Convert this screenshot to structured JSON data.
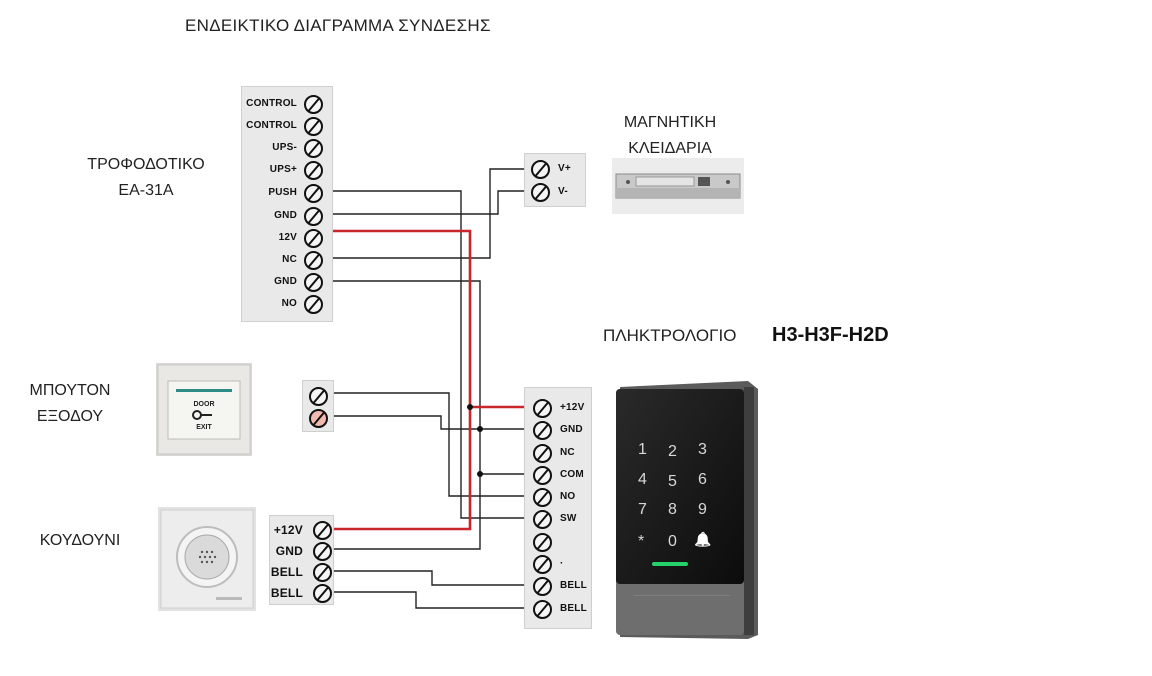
{
  "title": "ΕΝΔΕΙΚΤΙΚΟ ΔΙΑΓΡΑΜΜΑ ΣΥΝΔΕΣΗΣ",
  "psu": {
    "label_line1": "ΤΡΟΦΟΔΟΤΙΚΟ",
    "label_line2": "EA-31A",
    "terminals": [
      "CONTROL",
      "CONTROL",
      "UPS-",
      "UPS+",
      "PUSH",
      "GND",
      "12V",
      "NC",
      "GND",
      "NO"
    ]
  },
  "lock": {
    "label_line1": "ΜΑΓΝΗΤΙΚΗ",
    "label_line2": "ΚΛΕΙΔΑΡΙΑ",
    "terminals": [
      "V+",
      "V-"
    ]
  },
  "exit_button": {
    "label_line1": "ΜΠΟΥΤΟΝ",
    "label_line2": "ΕΞΟΔΟΥ",
    "plate_text_top": "DOOR",
    "plate_text_bottom": "EXIT"
  },
  "doorbell": {
    "label": "ΚΟΥΔΟΥΝΙ",
    "terminals": [
      "+12V",
      "GND",
      "BELL",
      "BELL"
    ]
  },
  "keypad": {
    "label": "ΠΛΗΚΤΡΟΛΟΓΙΟ",
    "model": "H3-H3F-H2D",
    "terminals": [
      "+12V",
      "GND",
      "NC",
      "COM",
      "NO",
      "SW",
      "",
      "·",
      "BELL",
      "BELL"
    ],
    "keys": [
      "1",
      "2",
      "3",
      "4",
      "5",
      "6",
      "7",
      "8",
      "9",
      "*",
      "0",
      "🔔"
    ]
  },
  "colors": {
    "wire_black": "#222222",
    "wire_red": "#c8262b",
    "block_bg": "#e9e9e9"
  }
}
